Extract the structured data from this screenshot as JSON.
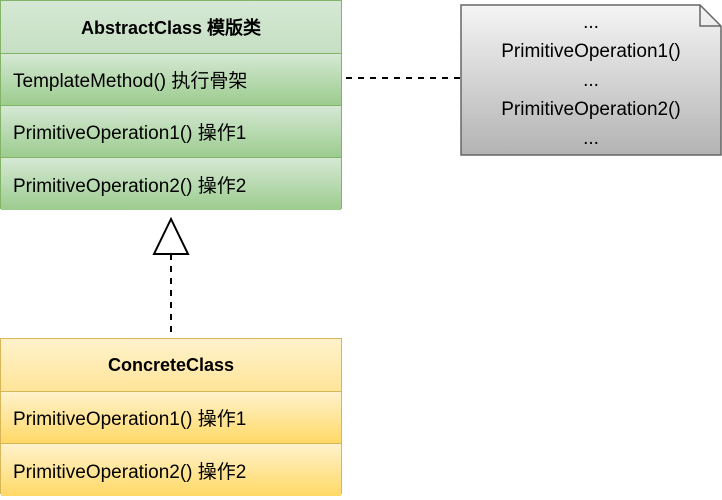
{
  "abstract_class": {
    "title": "AbstractClass 模版类",
    "members": [
      "TemplateMethod() 执行骨架",
      "PrimitiveOperation1()  操作1",
      "PrimitiveOperation2()  操作2"
    ]
  },
  "concrete_class": {
    "title": "ConcreteClass",
    "members": [
      "PrimitiveOperation1()  操作1",
      "PrimitiveOperation2()  操作2"
    ]
  },
  "note": {
    "lines": [
      "...",
      "PrimitiveOperation1()",
      "...",
      "PrimitiveOperation2()",
      "..."
    ]
  },
  "colors": {
    "green_border": "#82b366",
    "green_fill": "#d5e8d4",
    "yellow_border": "#d6b656",
    "yellow_fill": "#fff2cc",
    "note_border": "#666666"
  }
}
